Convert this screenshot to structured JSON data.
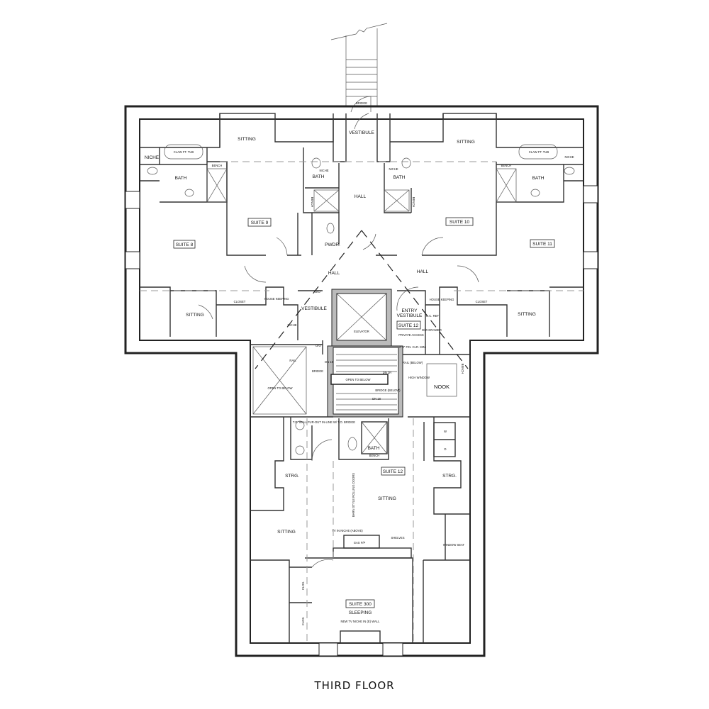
{
  "title": "THIRD FLOOR",
  "labels": {
    "bridge_top": "BRIDGE",
    "vestibule_top": "VESTIBULE",
    "hall_center": "HALL",
    "sitting_nw": "SITTING",
    "sitting_ne": "SITTING",
    "sitting_sw_wing": "SITTING",
    "sitting_se_wing": "SITTING",
    "niche_w": "NICHE",
    "clawtub_w": "CLAW FT. TUB",
    "bench_w": "BENCH",
    "bath_w": "BATH",
    "bath_s9": "BATH",
    "niche_s9": "NICHE",
    "bench_s9": "BENCH",
    "suite9": "SUITE 9",
    "suite8": "SUITE 8",
    "pwdr": "PWDR.",
    "hall_w": "HALL",
    "closet_w": "CLOSET",
    "housekeeping_w": "HOUSE KEEPING",
    "vestibule_w": "VESTIBULE",
    "niche_vest": "NICHE",
    "do_top": "D/O",
    "do_bottom": "D/O",
    "elevator": "ELEVATOR",
    "bath_s10": "BATH",
    "niche_s10": "NICHE",
    "bench_s10": "BENCH",
    "suite10": "SUITE 10",
    "bath_e": "BATH",
    "clawtub_e": "CLAW FT. TUB",
    "niche_e": "NICHE",
    "bench_e": "BENCH",
    "suite11": "SUITE 11",
    "hall_e": "HALL",
    "housekeeping_e": "HOUSE KEEPING",
    "closet_e": "CLOSET",
    "entry_vestibule": "ENTRY VESTIBULE",
    "suite12_entry": "SUITE 12",
    "private_access": "PRIVATE ACCESS",
    "uc_ref": "U.C. REF",
    "dw_drawer": "D/W DRAWER",
    "clearance": "2'-8\" FIN. CLR. MIN.",
    "rail": "RAIL",
    "bridge": "BRIDGE",
    "open_below_w": "OPEN TO BELOW",
    "dn_18a": "DN 18",
    "open_below_stair": "OPEN TO BELOW",
    "dn_2r": "DN 2R",
    "bridge_below": "BRIDGE (BELOW)",
    "dn_18b": "DN 18",
    "rail_below": "RAIL (BELOW)",
    "high_window": "HIGH WINDOW",
    "nook": "NOOK",
    "bench_nook": "BENCH",
    "wall_furout": "T.O. WALL FUR-OUT IN-LINE W/ T.O. BRIDGE",
    "washer": "W",
    "dryer": "D",
    "bath_s12": "BATH",
    "bench_s12": "BENCH",
    "suite12": "SUITE 12",
    "strg_w": "STRG.",
    "strg_e": "STRG.",
    "barn_doors": "BARN STYLE ROLLING DOORS",
    "sitting_s12": "SITTING",
    "sitting_s12_w": "SITTING",
    "tv_niche": "TV IN NICHE (ABOVE)",
    "gas_fp": "GAS F/P",
    "shelves": "SHELVES",
    "window_seat": "WINDOW SEAT",
    "suite300": "SUITE 300",
    "sleeping": "SLEEPING",
    "new_tv_niche": "NEW TV NICHE IN (E) WALL",
    "clos_1": "CLOS.",
    "clos_2": "CLOS."
  }
}
